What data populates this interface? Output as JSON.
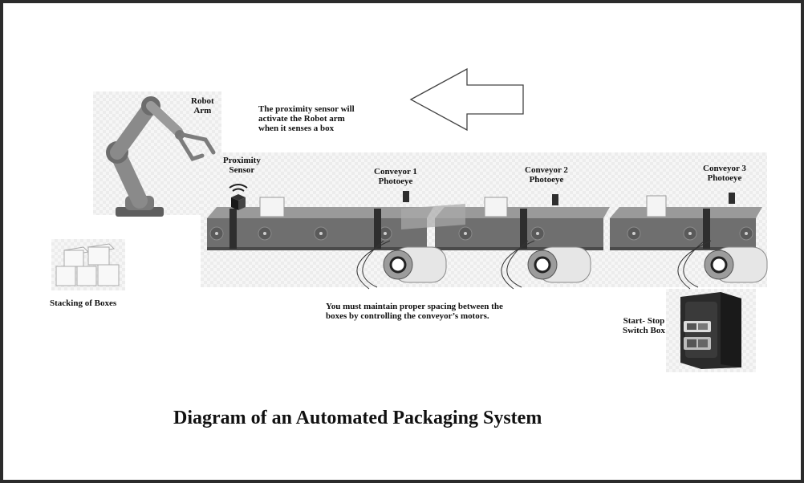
{
  "diagram": {
    "title": "Diagram of an Automated Packaging System",
    "labels": {
      "robot_arm": [
        "Robot",
        "Arm"
      ],
      "note_proximity": [
        "The proximity sensor will",
        "activate the Robot arm",
        "when it senses a box"
      ],
      "proximity_sensor": [
        "Proximity",
        "Sensor"
      ],
      "conveyor1_photoeye": [
        "Conveyor 1",
        "Photoeye"
      ],
      "conveyor2_photoeye": [
        "Conveyor 2",
        "Photoeye"
      ],
      "conveyor3_photoeye": [
        "Conveyor 3",
        "Photoeye"
      ],
      "stacking": "Stacking of Boxes",
      "spacing_note": [
        "You must maintain proper spacing between the",
        "boxes by controlling the conveyor’s motors."
      ],
      "start_stop": [
        "Start- Stop",
        "Switch Box"
      ]
    },
    "colors": {
      "belt": "#6f6f6f",
      "belt_dark": "#4a4a4a",
      "box": "#f4f4f4",
      "arm": "#888888"
    }
  }
}
